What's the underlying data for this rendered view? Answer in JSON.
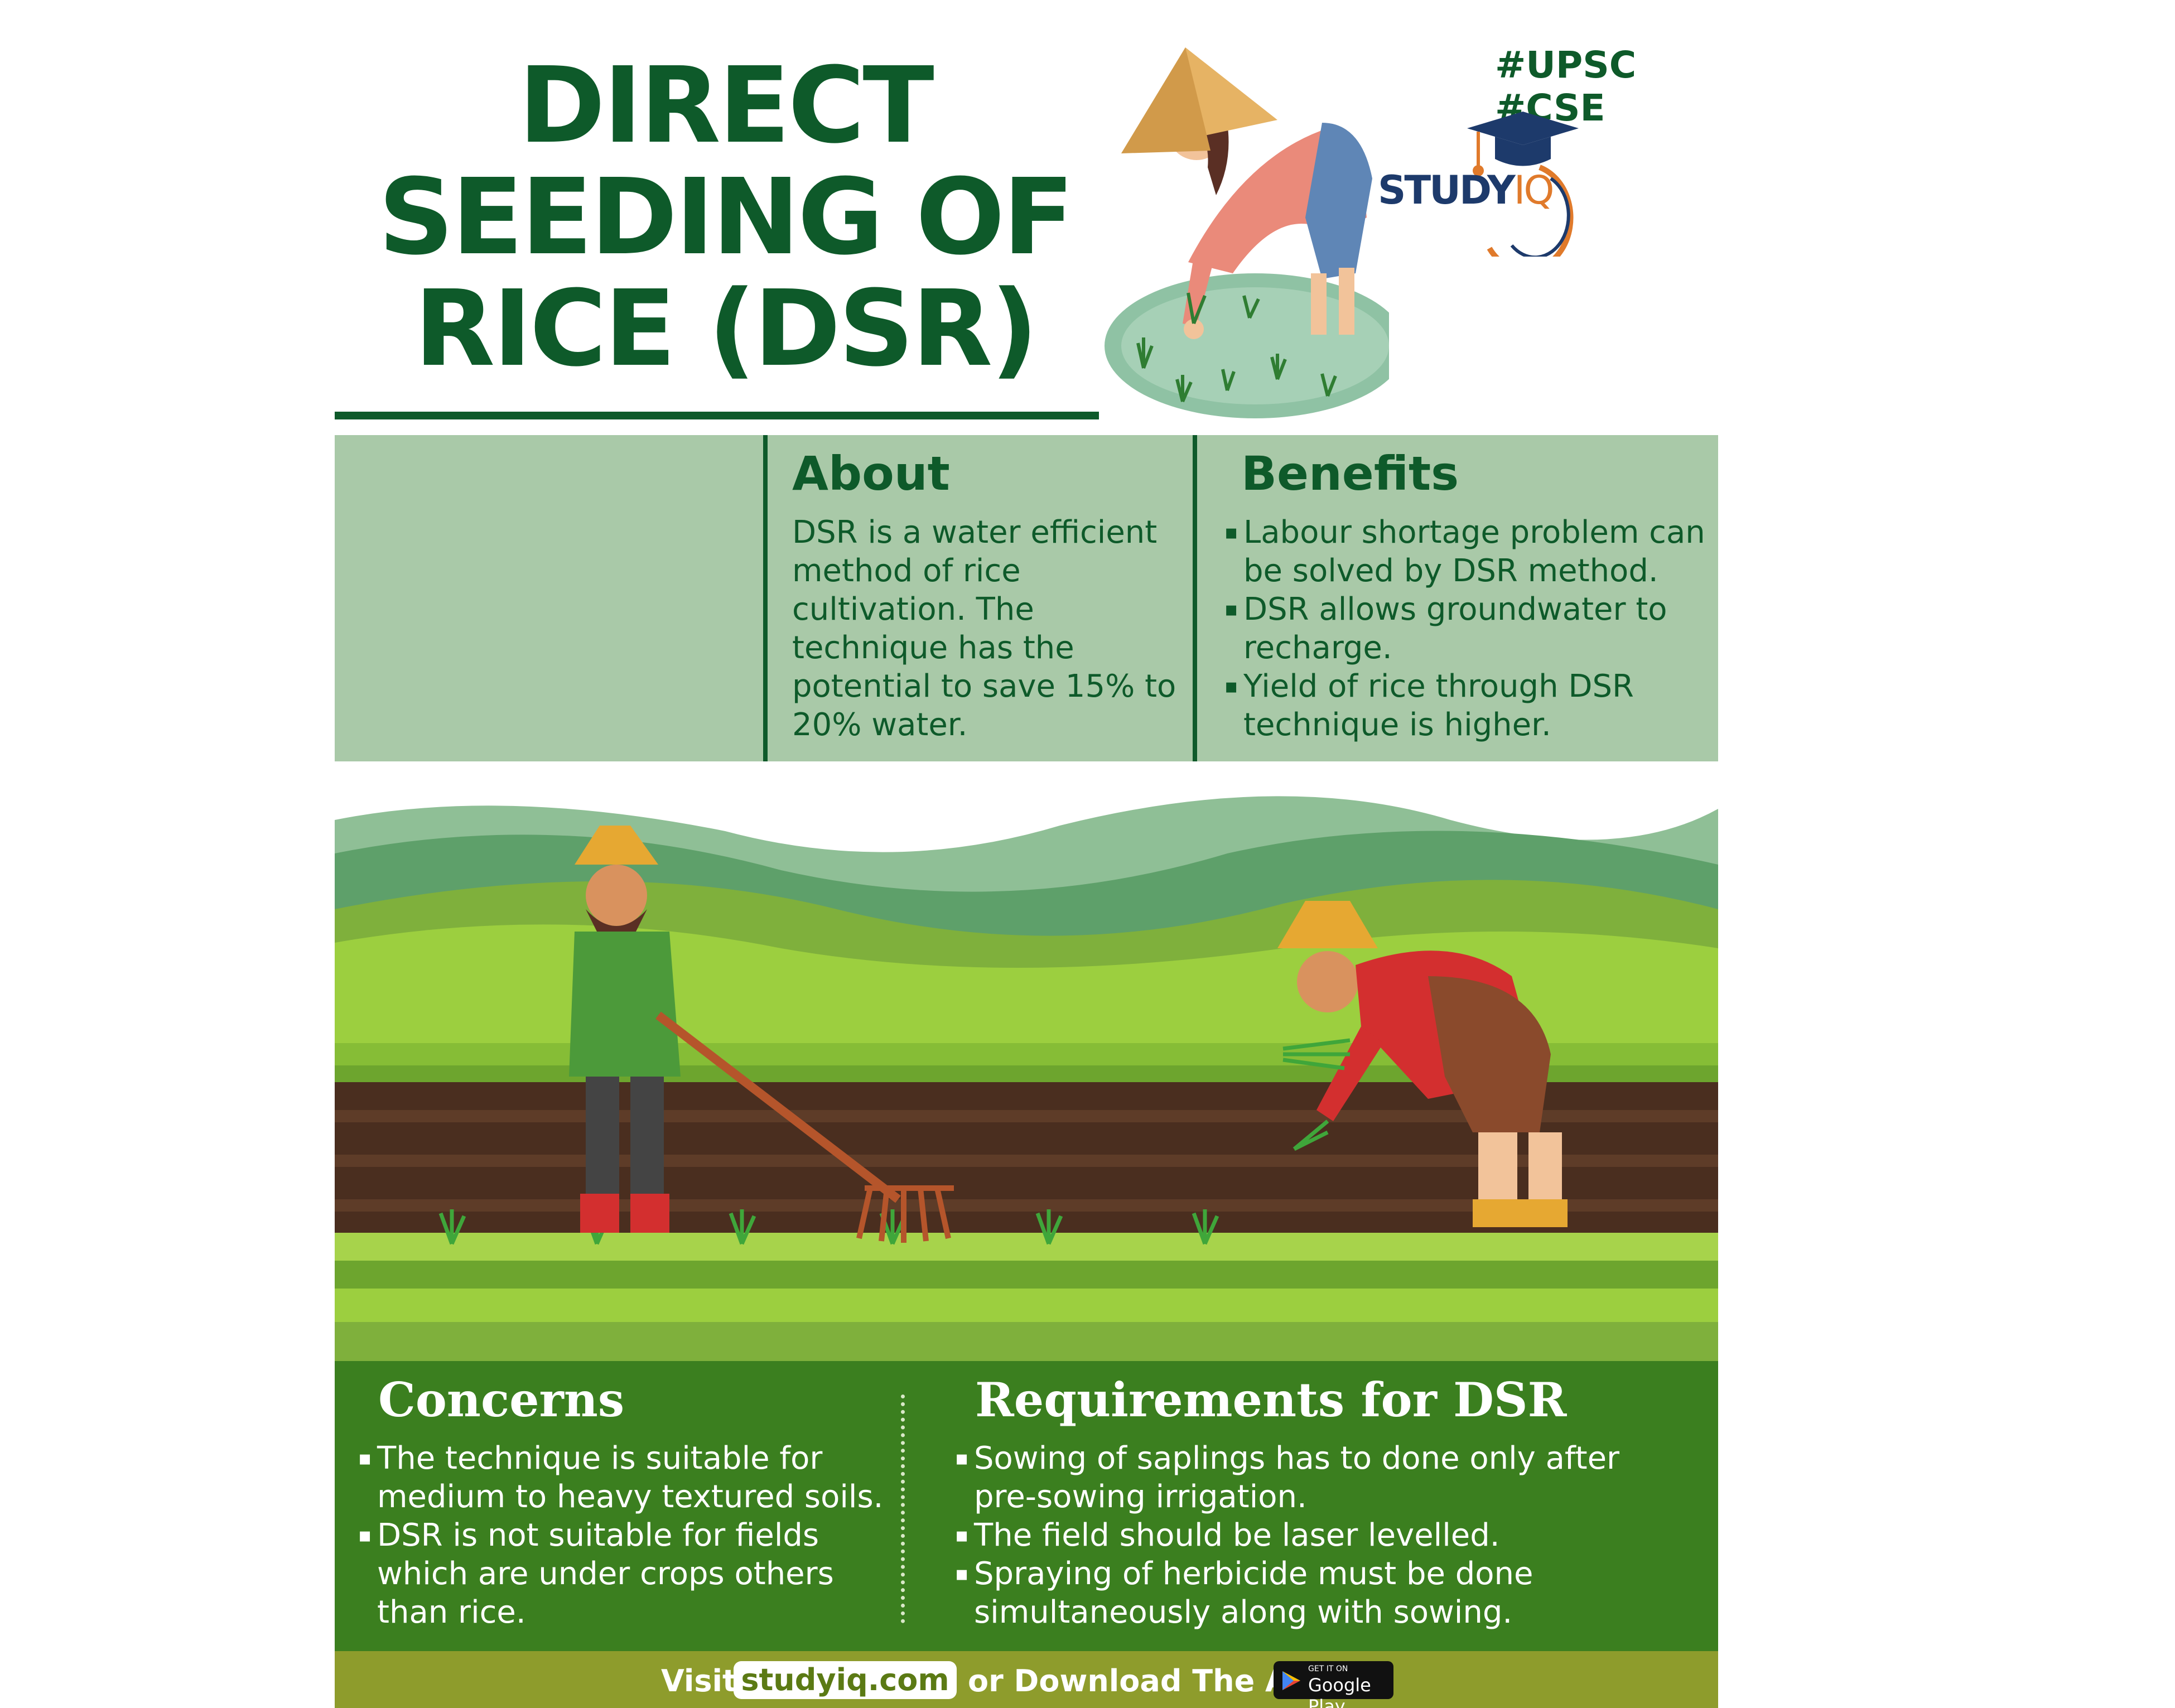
{
  "title": {
    "line1": "DIRECT",
    "line2": "SEEDING OF",
    "line3": "RICE (DSR)"
  },
  "hashtags": "#UPSC #CSE",
  "logo": {
    "text": "STUDY",
    "accent": "IQ"
  },
  "about": {
    "heading": "About",
    "lines": [
      "DSR is a water efficient",
      "method of rice",
      "cultivation. The",
      "technique has the",
      "potential to save 15% to",
      "20% water."
    ]
  },
  "benefits": {
    "heading": "Benefits",
    "items": [
      [
        "Labour shortage problem can",
        "be solved by DSR method."
      ],
      [
        "DSR allows groundwater to",
        "recharge."
      ],
      [
        "Yield of rice through DSR",
        "technique is higher."
      ]
    ]
  },
  "concerns": {
    "heading": "Concerns",
    "items": [
      [
        "The technique is suitable for",
        "medium to heavy textured soils."
      ],
      [
        "DSR is not suitable for fields",
        "which are under crops others",
        "than rice."
      ]
    ]
  },
  "requirements": {
    "heading": "Requirements for DSR",
    "items": [
      [
        "Sowing of saplings has to done only after",
        "pre-sowing irrigation."
      ],
      [
        "The field should be laser levelled."
      ],
      [
        "Spraying of herbicide must be done",
        "simultaneously along with sowing."
      ]
    ]
  },
  "footer": {
    "visit": "Visit",
    "site": "studyiq.com",
    "download": "or Download The APP",
    "play_small": "GET IT ON",
    "play_large": "Google Play"
  },
  "colors": {
    "dark_green": "#0e5a2a",
    "panel_green": "#a9c9a8",
    "bottom_green": "#3b7f1f",
    "footer_olive": "#8e9c2c"
  },
  "icons": [
    "graduation-cap-icon",
    "google-play-icon"
  ]
}
